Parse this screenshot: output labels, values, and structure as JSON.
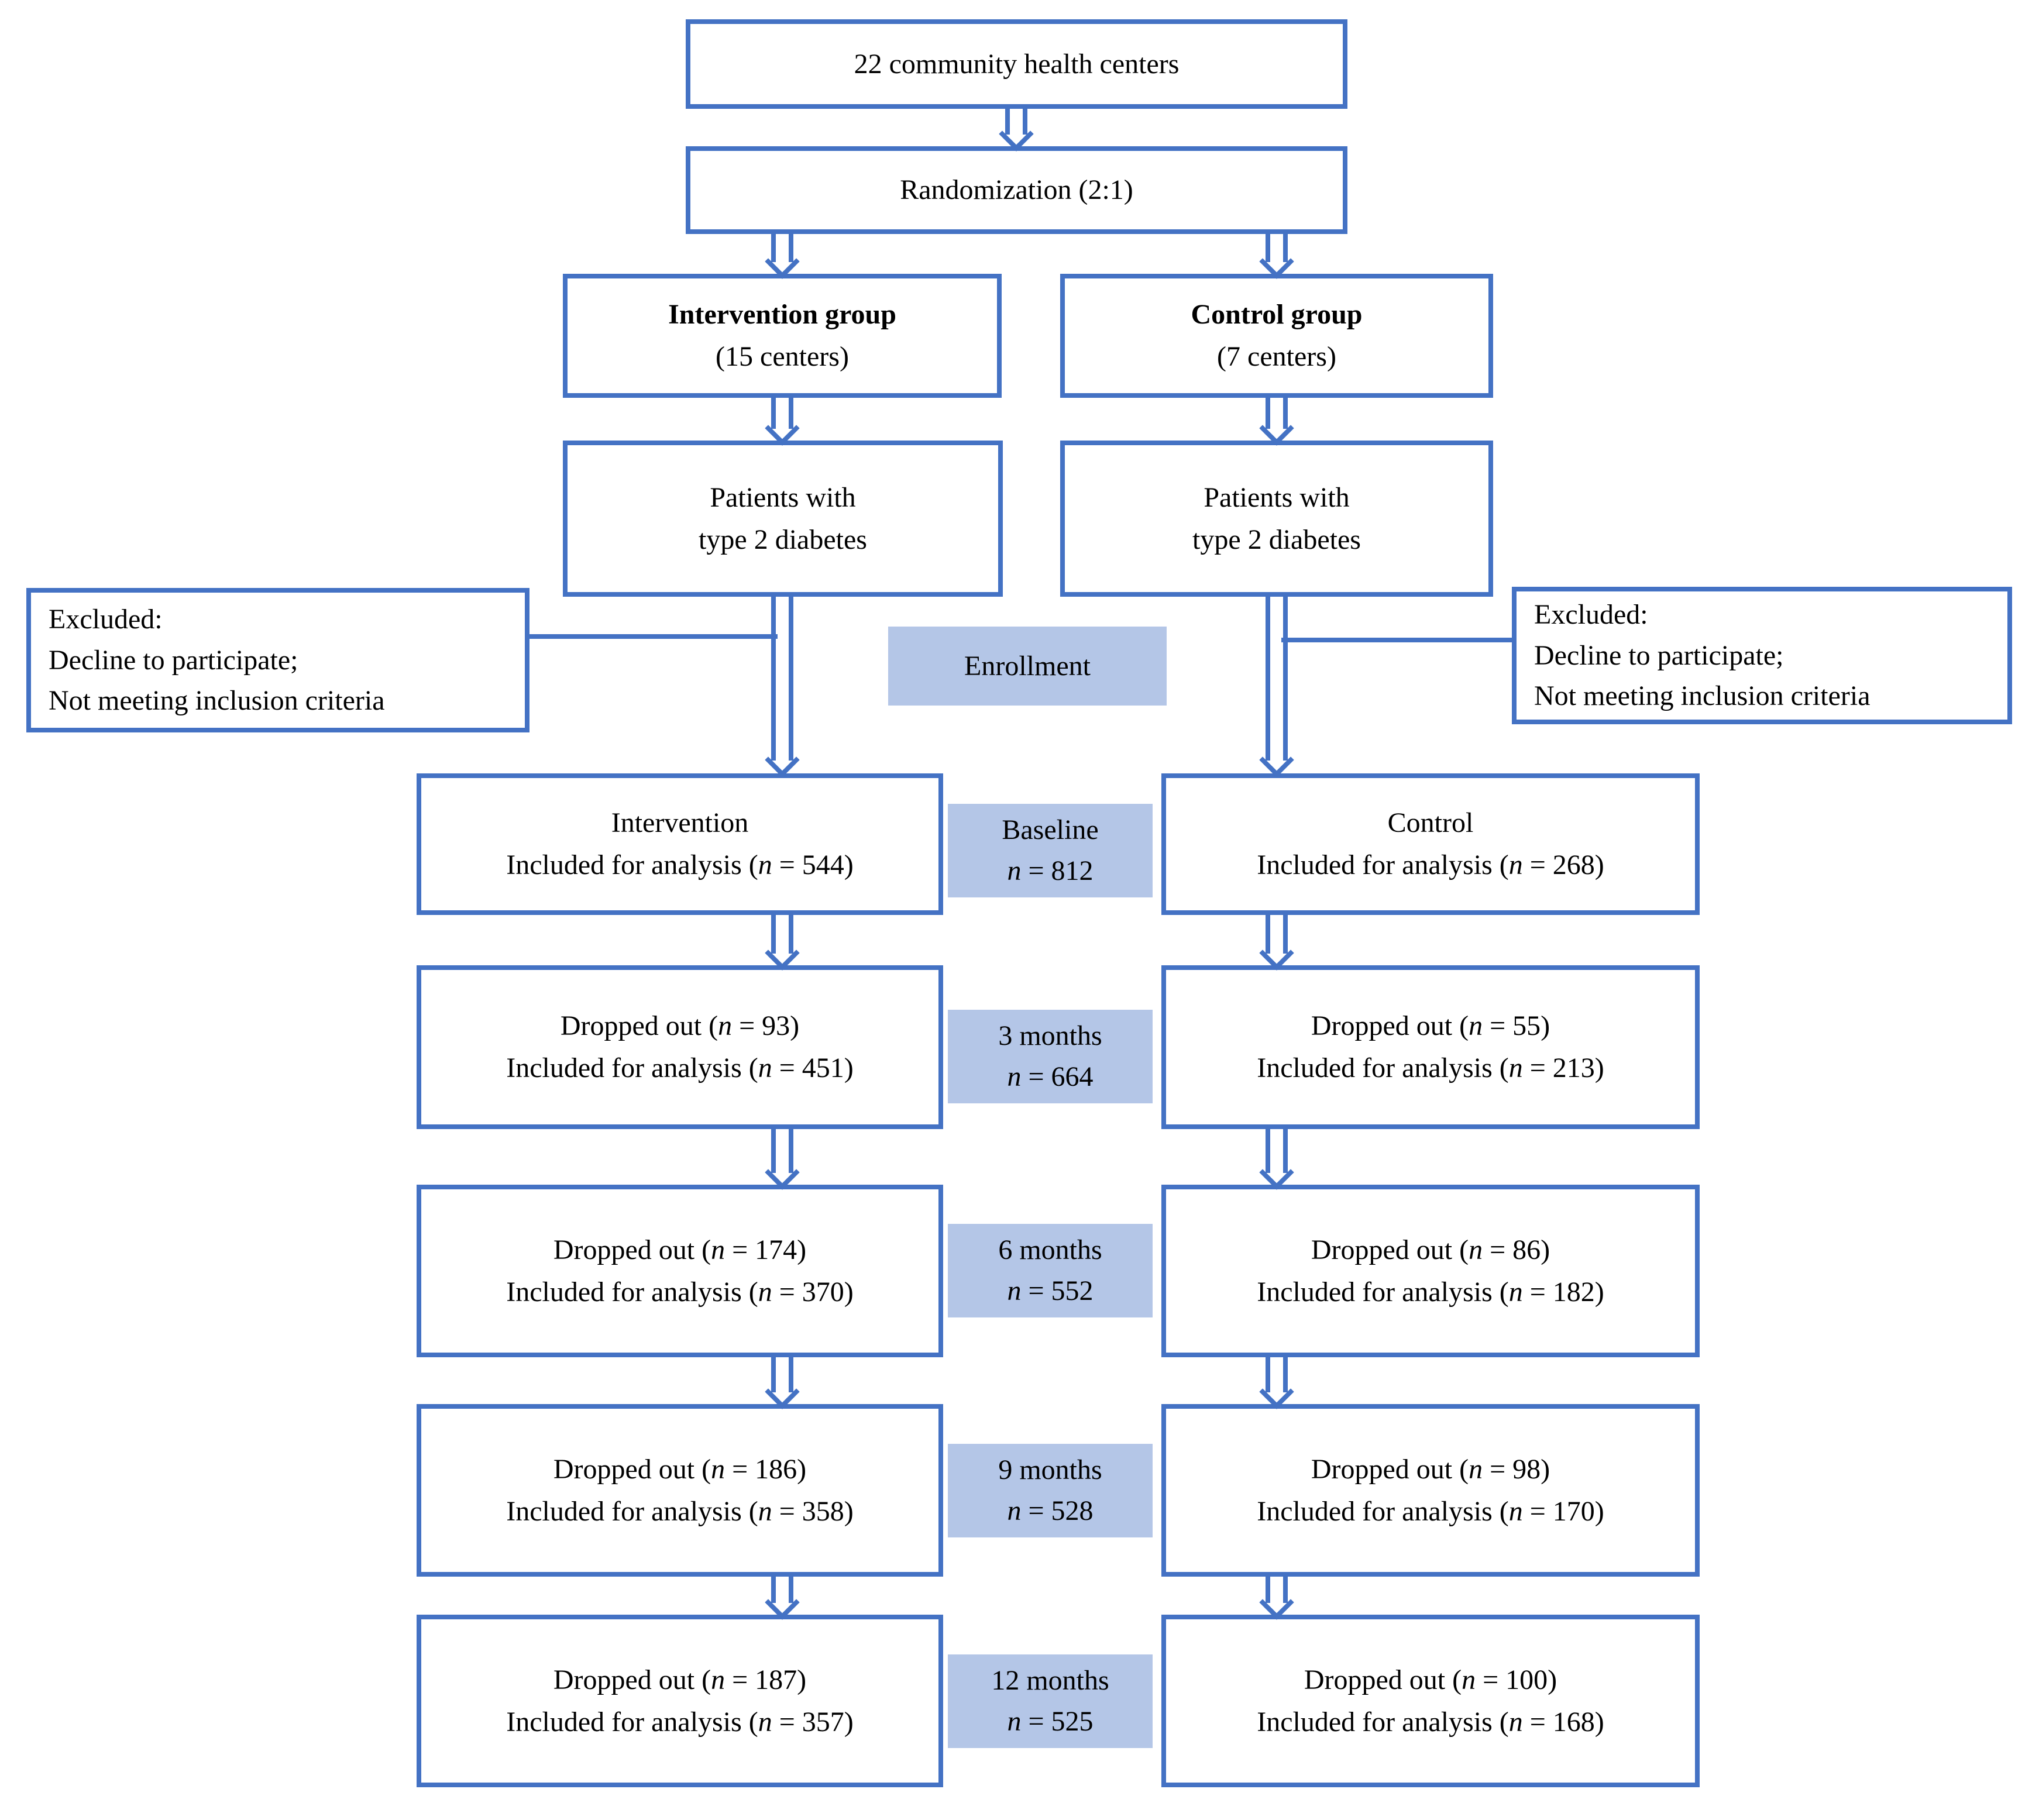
{
  "palette": {
    "box_border_blue": "#4472c4",
    "stage_label_bg": "#b4c6e7",
    "text_color": "#000000"
  },
  "boxes": {
    "centers": "22 community health centers",
    "randomization": "Randomization (2:1)",
    "intervention_group": {
      "title": "Intervention group",
      "subtitle": "(15 centers)"
    },
    "control_group": {
      "title": "Control group",
      "subtitle": "(7 centers)"
    },
    "patients_line1": "Patients with",
    "patients_line2": "type 2 diabetes",
    "excluded_left": {
      "line1": "Excluded:",
      "line2": "Decline to participate;",
      "line3": "Not meeting inclusion criteria"
    },
    "excluded_right": {
      "line1": "Excluded:",
      "line2": "Decline to participate;",
      "line3": "Not meeting inclusion criteria"
    },
    "enrollment": "Enrollment"
  },
  "timeline": [
    {
      "stage": "Baseline",
      "n": "n = 812",
      "intervention": [
        "Intervention",
        "Included for analysis (n = 544)"
      ],
      "control": [
        "Control",
        "Included for analysis  (n = 268)"
      ]
    },
    {
      "stage": "3 months",
      "n": "n = 664",
      "intervention": [
        "Dropped out (n = 93)",
        "Included for analysis (n = 451)"
      ],
      "control": [
        "Dropped out (n = 55)",
        "Included for analysis (n = 213)"
      ]
    },
    {
      "stage": "6 months",
      "n": "n = 552",
      "intervention": [
        "Dropped out (n = 174)",
        "Included for analysis (n = 370)"
      ],
      "control": [
        "Dropped out (n = 86)",
        "Included for analysis (n = 182)"
      ]
    },
    {
      "stage": "9 months",
      "n": "n = 528",
      "intervention": [
        "Dropped out (n = 186)",
        "Included for analysis (n = 358)"
      ],
      "control": [
        "Dropped out (n = 98)",
        "Included for analysis (n = 170)"
      ]
    },
    {
      "stage": "12 months",
      "n": "n = 525",
      "intervention": [
        "Dropped out (n = 187)",
        "Included for analysis (n = 357)"
      ],
      "control": [
        "Dropped out (n = 100)",
        "Included for analysis (n = 168)"
      ]
    }
  ]
}
